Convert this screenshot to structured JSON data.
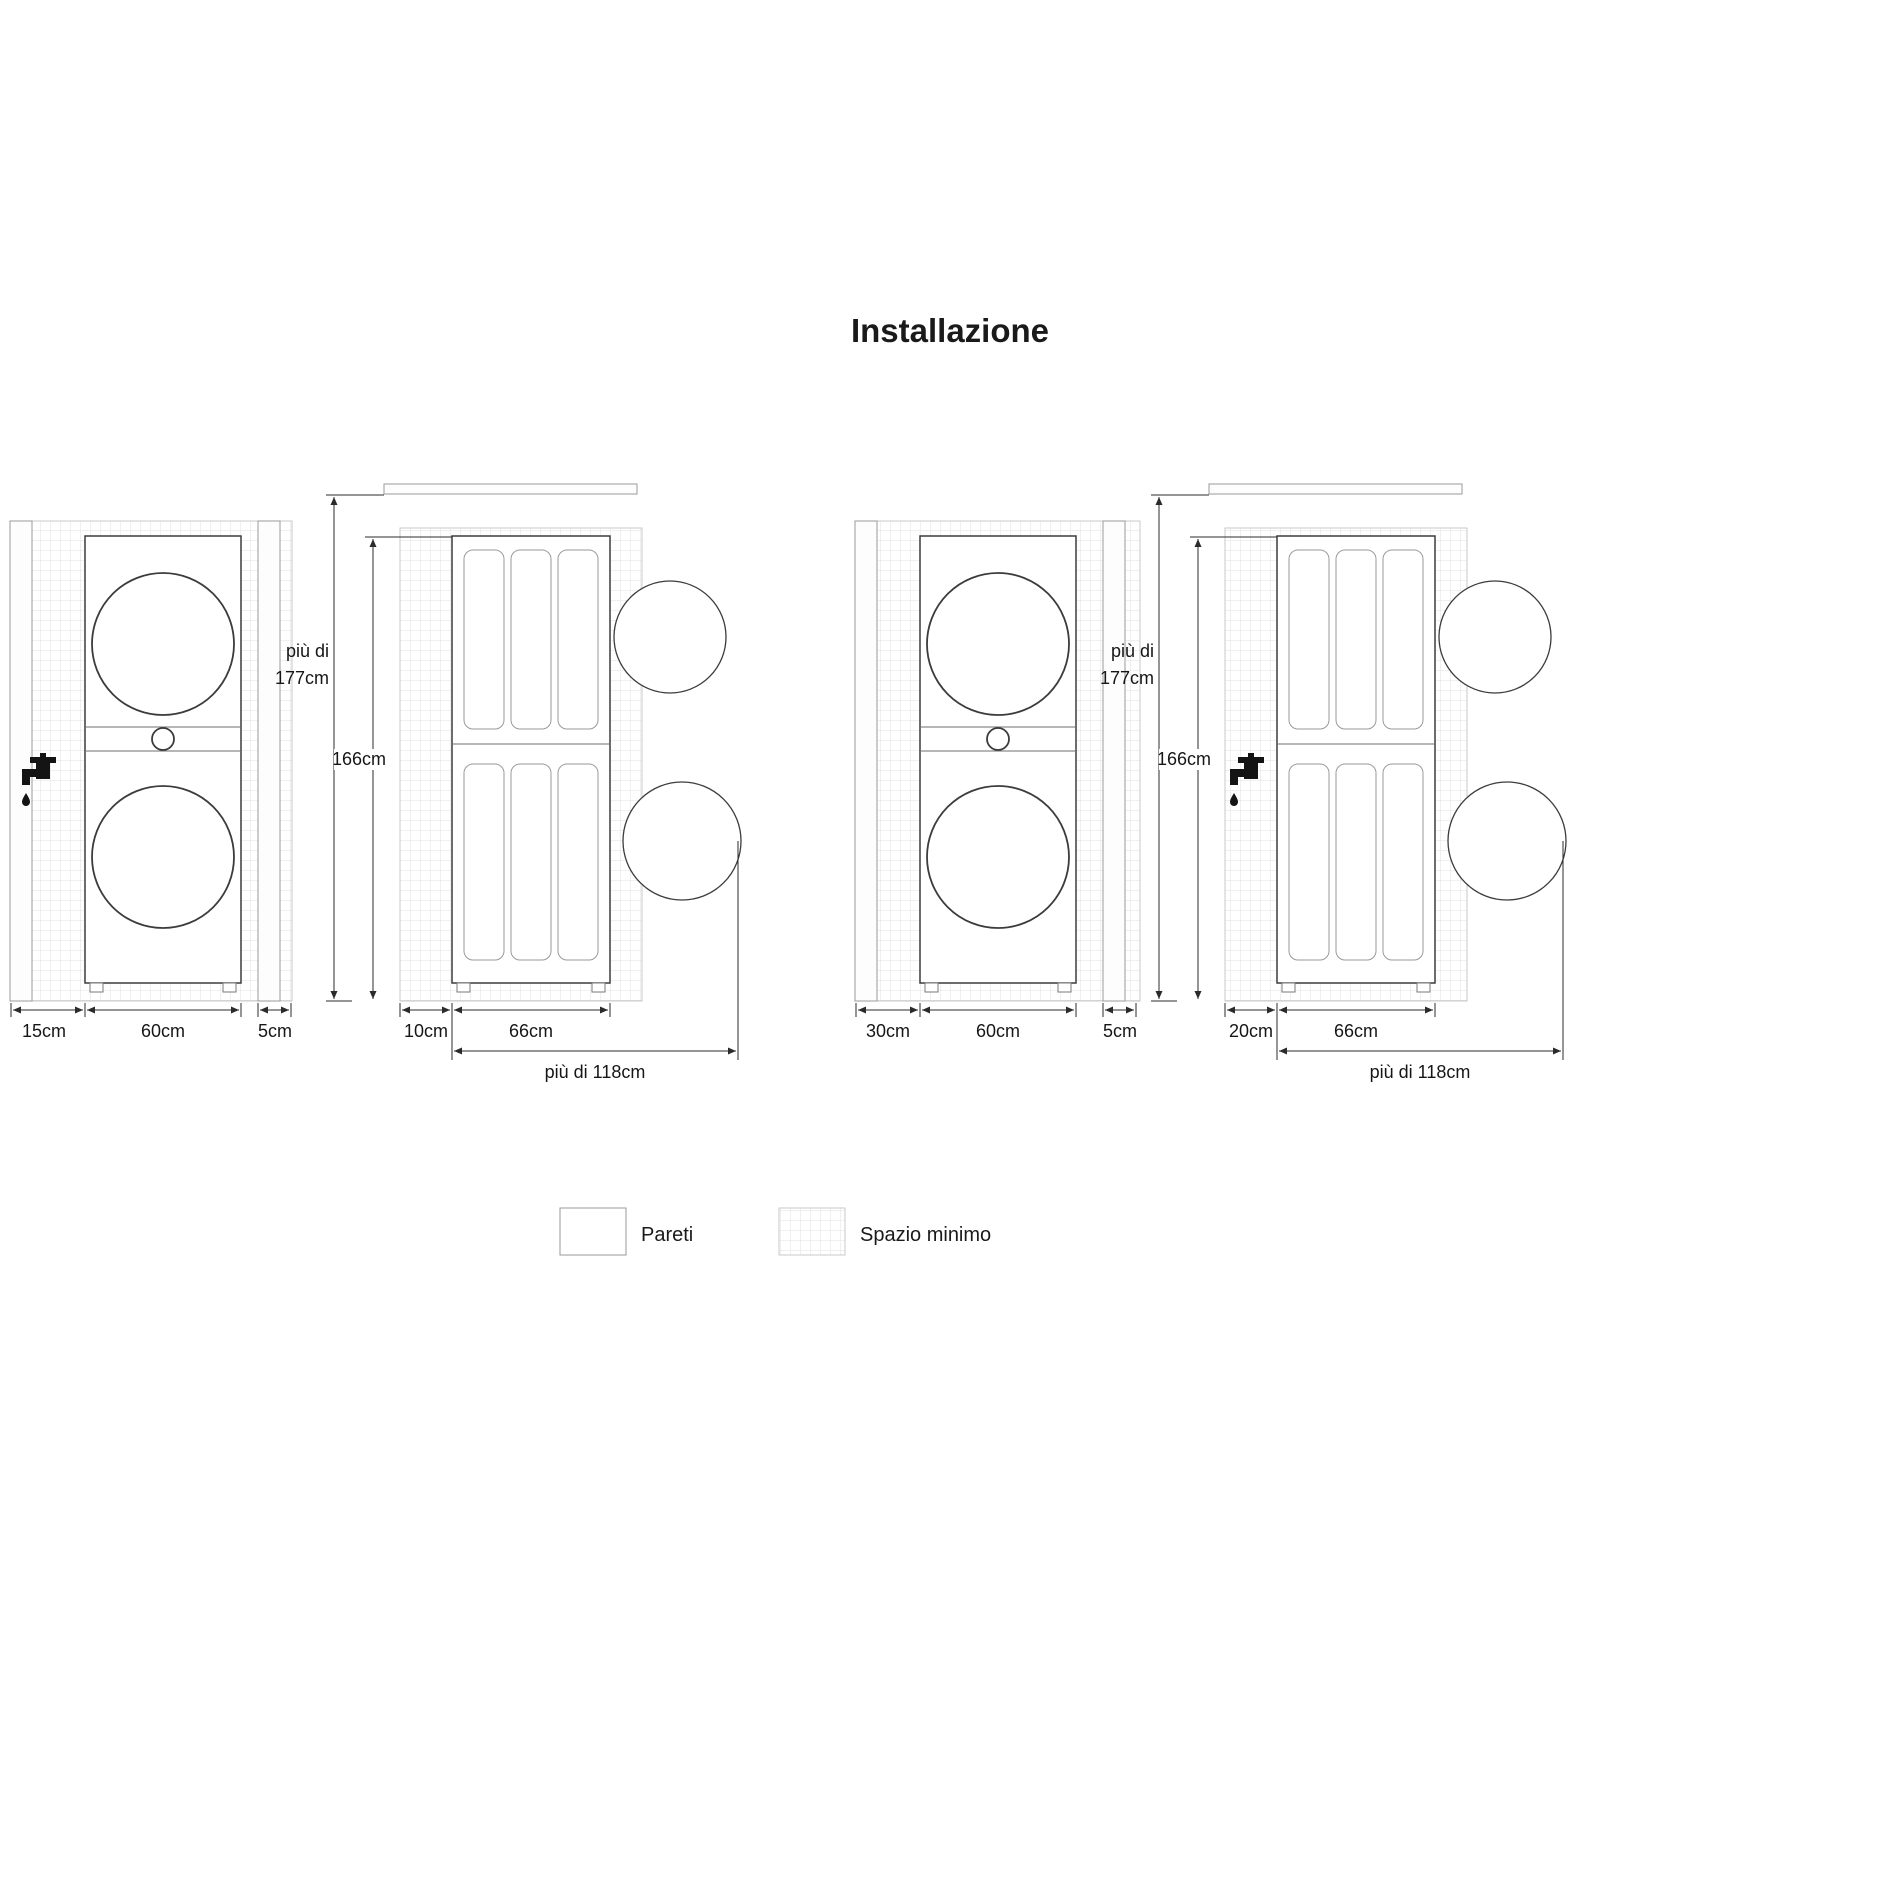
{
  "title": "Installazione",
  "legend": {
    "pareti": "Pareti",
    "spazio_minimo": "Spazio minimo"
  },
  "diagrams": {
    "front_left": {
      "gap_left": "15cm",
      "width": "60cm",
      "gap_right": "5cm"
    },
    "side_left": {
      "total_height_line1": "più di",
      "total_height_line2": "177cm",
      "appliance_height": "166cm",
      "gap_back": "10cm",
      "depth": "66cm",
      "front_clearance": "più di 118cm"
    },
    "front_right": {
      "gap_left": "30cm",
      "width": "60cm",
      "gap_right": "5cm"
    },
    "side_right": {
      "total_height_line1": "più di",
      "total_height_line2": "177cm",
      "appliance_height": "166cm",
      "gap_back": "20cm",
      "depth": "66cm",
      "front_clearance": "più di 118cm"
    }
  }
}
